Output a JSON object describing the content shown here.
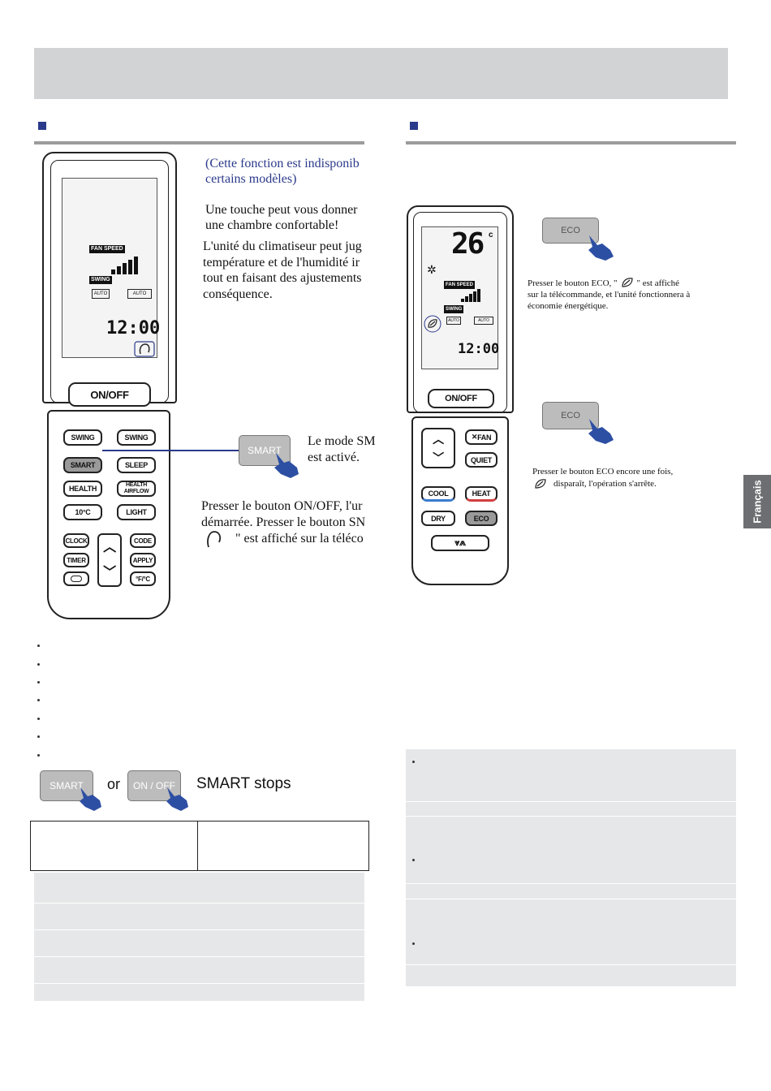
{
  "left_text": {
    "line1": "(Cette fonction est indisponib",
    "line2": "certains modèles)",
    "line3": "Une touche peut vous donner",
    "line4": "une chambre confortable!",
    "line5": "L'unité du climatiseur peut jug",
    "line6": "température et de l'humidité ir",
    "line7": "tout en faisant des ajustements",
    "line8": "conséquence.",
    "smart_line1": "Le mode SM",
    "smart_line2": "est activé.",
    "press_line1": "Presser le bouton ON/OFF, l'ur",
    "press_line2": "démarrée. Presser le bouton SN",
    "press_line3": "\" est affiché sur la téléco"
  },
  "left_remote": {
    "fan_speed": "FAN SPEED",
    "swing": "SWING",
    "auto": "AUTO",
    "time": "12:00",
    "onoff": "ON/OFF",
    "swing_btn": "SWING",
    "smart": "SMART",
    "sleep": "SLEEP",
    "health": "HEALTH",
    "health_airflow": "HEALTH AIRFLOW",
    "ten_c": "10°C",
    "light": "LIGHT",
    "clock": "CLOCK",
    "code": "CODE",
    "timer": "TIMER",
    "apply": "APPLY",
    "f_c": "°F/°C"
  },
  "smart_tap": "SMART",
  "stop_row": {
    "smart": "SMART",
    "or": "or",
    "onoff": "ON / OFF",
    "stops": "SMART stops"
  },
  "right_remote": {
    "temp": "26",
    "unit": "c",
    "fan_speed": "FAN SPEED",
    "swing": "SWING",
    "auto": "AUTO",
    "time": "12:00",
    "onoff": "ON/OFF",
    "fan": "FAN",
    "quiet": "QUIET",
    "cool": "COOL",
    "heat": "HEAT",
    "dry": "DRY",
    "eco": "ECO"
  },
  "eco_steps": {
    "eco_label": "ECO",
    "step1_a": "Presser le bouton ECO, \"",
    "step1_b": "\" est affiché",
    "step1_c": "sur la télécommande, et l'unité fonctionnera à",
    "step1_d": "économie énergétique.",
    "step2_a": "Presser le bouton ECO encore une fois,",
    "step2_b": "disparaît, l'opération s'arrête."
  },
  "side_tab": "Français",
  "colors": {
    "banner": "#d2d3d5",
    "accent": "#2b3a8a",
    "panel": "#e6e7e8",
    "hand": "#2d4fa3"
  }
}
